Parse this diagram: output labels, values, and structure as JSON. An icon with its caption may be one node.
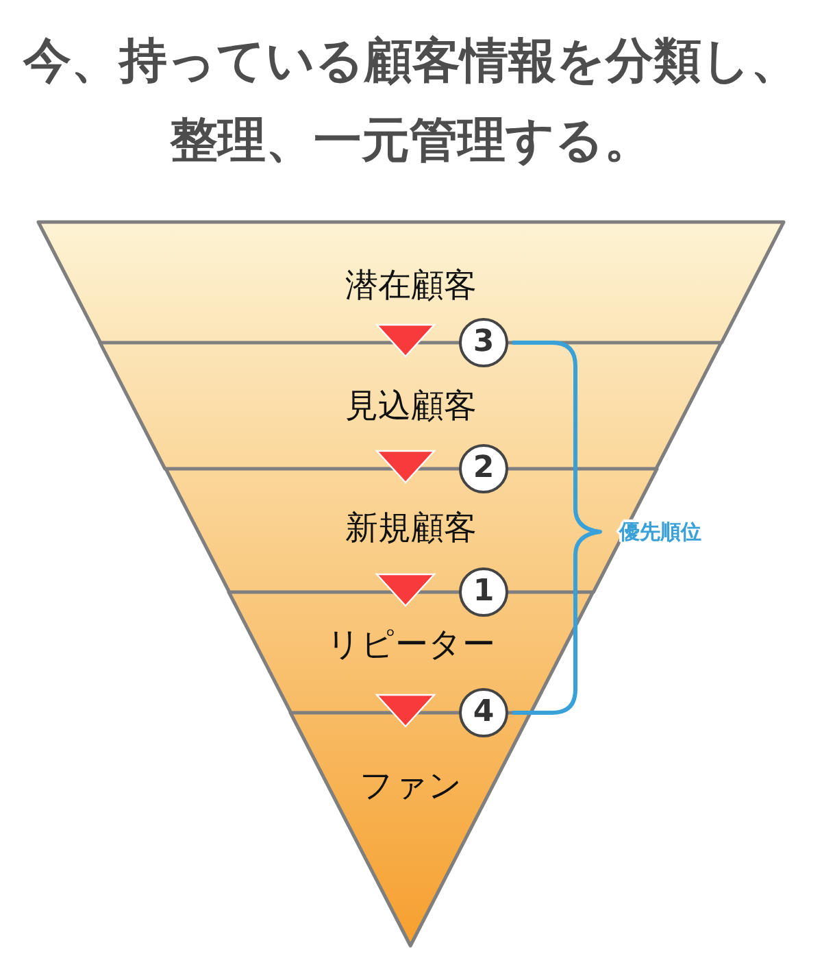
{
  "diagram": {
    "title": "今、持っている顧客情報を分類し、整理、一元管理する。",
    "nodes": [
      {
        "text": [
          "潜在顧客"
        ]
      },
      {
        "text": [
          "3"
        ]
      },
      {
        "text": [
          "見込顧客"
        ]
      },
      {
        "text": [
          "2"
        ]
      },
      {
        "text": [
          "新規顧客"
        ]
      },
      {
        "text": [
          "1"
        ]
      },
      {
        "text": [
          "リピーター"
        ]
      },
      {
        "text": [
          "4"
        ]
      },
      {
        "text": [
          "ファン"
        ]
      }
    ],
    "edges": [
      {
        "from": 0,
        "to": 2,
        "arrow": "to"
      },
      {
        "from": 2,
        "to": 4,
        "arrow": "to"
      },
      {
        "from": 4,
        "to": 6,
        "arrow": "to"
      },
      {
        "from": 6,
        "to": 8,
        "arrow": "to"
      }
    ],
    "labels": [
      "優先順位"
    ]
  }
}
